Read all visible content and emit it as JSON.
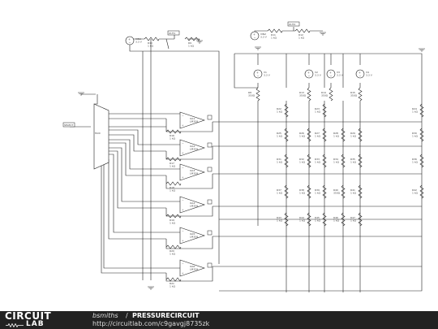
{
  "schematic": {
    "top_supply": {
      "name": "VIN1",
      "value": "3.3 V"
    },
    "top_resistors": [
      {
        "name": "R10",
        "value": "1 kΩ"
      },
      {
        "name": "R9",
        "value": "1 kΩ"
      }
    ],
    "mid_node": "OUT1",
    "right_supply": {
      "name": "VIN2",
      "value": "3.3 V"
    },
    "right_resistors": [
      {
        "name": "R11",
        "value": "1 kΩ"
      },
      {
        "name": "R12",
        "value": "1 kΩ"
      }
    ],
    "right_node": "OUT2",
    "gauge_sources": [
      {
        "name": "V1",
        "value": "3.3 V"
      },
      {
        "name": "V2",
        "value": "3.3 V"
      },
      {
        "name": "V3",
        "value": "3.3 V"
      },
      {
        "name": "V4",
        "value": "3.3 V"
      }
    ],
    "gauge_resistors": [
      {
        "name": "R8",
        "value": "350Ω"
      },
      {
        "name": "R13",
        "value": "350Ω"
      },
      {
        "name": "R14",
        "value": "350Ω"
      },
      {
        "name": "R15",
        "value": "350Ω"
      }
    ],
    "mux": {
      "name": "MUX",
      "input_label": "SELECT"
    },
    "amplifiers": [
      {
        "name": "OA1",
        "part": "LM358"
      },
      {
        "name": "OA2",
        "part": "LM358"
      },
      {
        "name": "OA3",
        "part": "LM358"
      },
      {
        "name": "OA4",
        "part": "LM358"
      },
      {
        "name": "OA5",
        "part": "LM358"
      },
      {
        "name": "OA6",
        "part": "LM358"
      }
    ],
    "feedback_resistors": [
      {
        "name": "R16",
        "value": "1 kΩ"
      },
      {
        "name": "R17",
        "value": "1 kΩ"
      },
      {
        "name": "R18",
        "value": "1 kΩ"
      },
      {
        "name": "R19",
        "value": "1 kΩ"
      },
      {
        "name": "R20",
        "value": "1 kΩ"
      },
      {
        "name": "R21",
        "value": "1 kΩ"
      }
    ],
    "grid_resistors": [
      {
        "name": "R22",
        "value": "1 kΩ"
      },
      {
        "name": "R23",
        "value": "1 kΩ"
      },
      {
        "name": "R24",
        "value": "1 kΩ"
      },
      {
        "name": "R25",
        "value": "1 kΩ"
      },
      {
        "name": "R26",
        "value": "1 kΩ"
      },
      {
        "name": "R27",
        "value": "1 kΩ"
      },
      {
        "name": "R28",
        "value": "1 kΩ"
      },
      {
        "name": "R29",
        "value": "1 kΩ"
      },
      {
        "name": "R30",
        "value": "1 kΩ"
      },
      {
        "name": "R31",
        "value": "1 kΩ"
      },
      {
        "name": "R32",
        "value": "1 kΩ"
      },
      {
        "name": "R33",
        "value": "1 kΩ"
      },
      {
        "name": "R34",
        "value": "1 kΩ"
      },
      {
        "name": "R35",
        "value": "1 kΩ"
      },
      {
        "name": "R36",
        "value": "1 kΩ"
      },
      {
        "name": "R37",
        "value": "1 kΩ"
      },
      {
        "name": "R38",
        "value": "1 kΩ"
      },
      {
        "name": "R39",
        "value": "1 kΩ"
      },
      {
        "name": "R40",
        "value": "350Ω"
      },
      {
        "name": "R41",
        "value": "1 kΩ"
      },
      {
        "name": "R42",
        "value": "1 kΩ"
      },
      {
        "name": "R43",
        "value": "1 kΩ"
      },
      {
        "name": "R44",
        "value": "1 kΩ"
      },
      {
        "name": "R45",
        "value": "1 kΩ"
      },
      {
        "name": "R46",
        "value": "1 kΩ"
      },
      {
        "name": "R47",
        "value": "1 kΩ"
      }
    ]
  },
  "footer": {
    "logo_top": "CIRCUIT",
    "logo_bottom": "LAB",
    "author": "bsmiths",
    "separator": "/",
    "title": "PRESSURECIRCUIT",
    "url": "http://circuitlab.com/c9gavgj8735zk"
  },
  "colors": {
    "wire": "#222222",
    "label": "#444444",
    "footer_bg": "#222222"
  }
}
